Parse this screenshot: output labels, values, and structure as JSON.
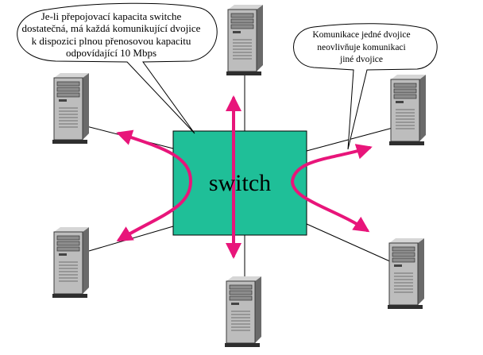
{
  "switch": {
    "label": "switch",
    "fill": "#1fbf98"
  },
  "callouts": {
    "left": {
      "lines": [
        "Je-li přepojovací kapacita switche",
        "dostatečná, má každá komunikující dvojice",
        "k dispozici plnou přenosovou kapacitu",
        "odpovídající 10 Mbps"
      ]
    },
    "right": {
      "lines": [
        "Komunikace jedné dvojice",
        "neovlivňuje komunikaci",
        "jiné dvojice"
      ]
    }
  },
  "computers": [
    {
      "name": "top-left"
    },
    {
      "name": "top-center"
    },
    {
      "name": "top-right"
    },
    {
      "name": "bottom-left"
    },
    {
      "name": "bottom-center"
    },
    {
      "name": "bottom-right"
    }
  ],
  "colors": {
    "arrow": "#e8157a",
    "server_body": "#b8b8b8",
    "server_dark": "#505050"
  },
  "icons": [
    "server-tower-icon",
    "arrow-icon"
  ]
}
